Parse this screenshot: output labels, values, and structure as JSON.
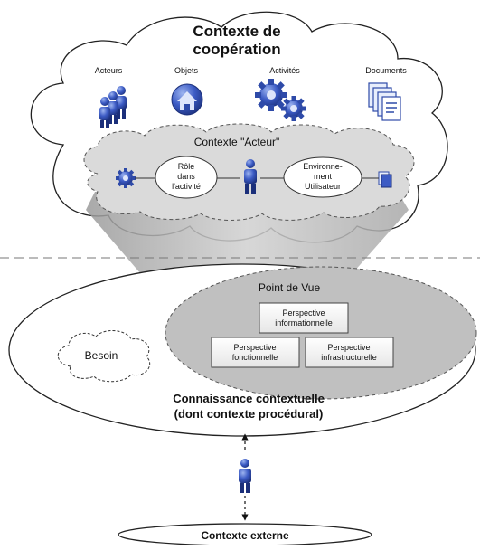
{
  "cloud_top": {
    "title_line1": "Contexte de",
    "title_line2": "coopération",
    "labels": {
      "acteurs": "Acteurs",
      "objets": "Objets",
      "activites": "Activités",
      "documents": "Documents"
    }
  },
  "acteur_context": {
    "title": "Contexte \"Acteur\"",
    "role_lines": [
      "Rôle",
      "dans",
      "l'activité"
    ],
    "env_lines": [
      "Environne-",
      "ment",
      "Utilisateur"
    ]
  },
  "point_de_vue": {
    "title": "Point de Vue",
    "perspectives": {
      "informationnelle": [
        "Perspective",
        "informationnelle"
      ],
      "fonctionnelle": [
        "Perspective",
        "fonctionnelle"
      ],
      "infrastructurelle": [
        "Perspective",
        "infrastructurelle"
      ]
    }
  },
  "besoin": "Besoin",
  "connaissance": {
    "line1": "Connaissance contextuelle",
    "line2": "(dont contexte procédural)"
  },
  "externe": "Contexte externe",
  "colors": {
    "stroke": "#222222",
    "cloud_grey": "#dcdcdc",
    "lens_grey": "#c4c4c4",
    "icon_blue": "#2e4aa8",
    "icon_blue_light": "#6f8fe0"
  }
}
